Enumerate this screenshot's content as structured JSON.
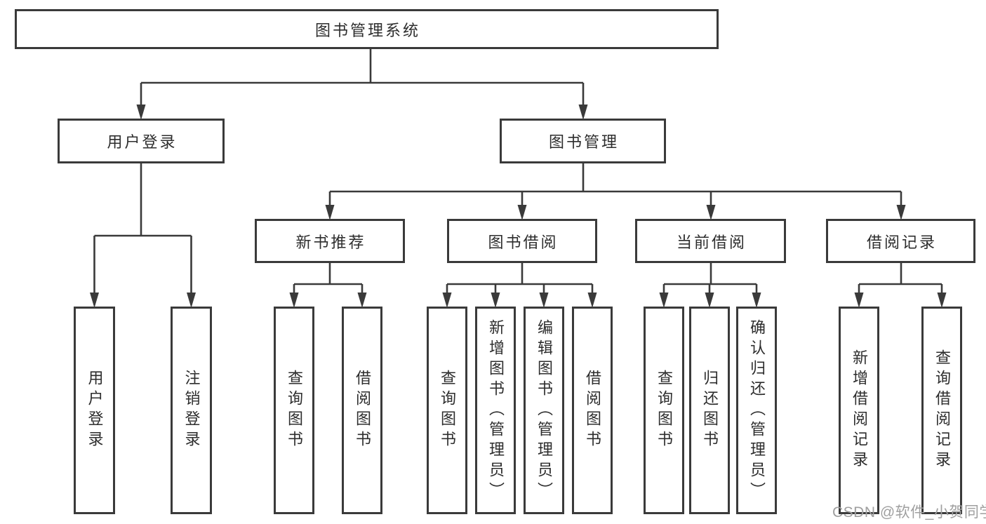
{
  "colors": {
    "line": "#3a3a3a",
    "node_border": "#3a3a3a",
    "node_fill": "#ffffff",
    "text": "#2d2d2d",
    "watermark": "#9f9f9f"
  },
  "watermark": {
    "text": "CSDN @软件_小贺同学"
  },
  "tree": {
    "label": "图书管理系统",
    "children": [
      {
        "label": "用户登录",
        "children": [
          {
            "label": "用户登录"
          },
          {
            "label": "注销登录"
          }
        ]
      },
      {
        "label": "图书管理",
        "children": [
          {
            "label": "新书推荐",
            "children": [
              {
                "label": "查询图书"
              },
              {
                "label": "借阅图书"
              }
            ]
          },
          {
            "label": "图书借阅",
            "children": [
              {
                "label": "查询图书"
              },
              {
                "label": "新增图书（管理员）"
              },
              {
                "label": "编辑图书（管理员）"
              },
              {
                "label": "借阅图书"
              }
            ]
          },
          {
            "label": "当前借阅",
            "children": [
              {
                "label": "查询图书"
              },
              {
                "label": "归还图书"
              },
              {
                "label": "确认归还（管理员）"
              }
            ]
          },
          {
            "label": "借阅记录",
            "children": [
              {
                "label": "新增借阅记录"
              },
              {
                "label": "查询借阅记录"
              }
            ]
          }
        ]
      }
    ]
  }
}
